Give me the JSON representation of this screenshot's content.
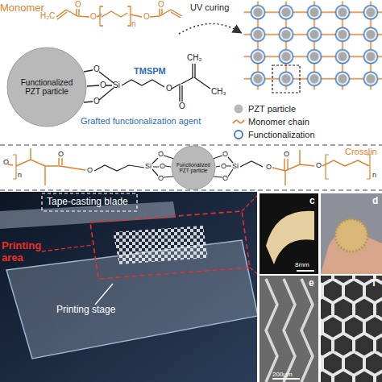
{
  "diagram": {
    "nodes": [
      {
        "text": [
          "Functionalized PZT particle"
        ]
      },
      {
        "text": [
          "Functionalized PZT particle"
        ]
      }
    ],
    "labels": [
      "Monomer",
      "H₂C",
      "O",
      "O",
      "n",
      "O",
      "O",
      "UV curing",
      "O",
      "O",
      "O",
      "Si",
      "TMSPM",
      "O",
      "O",
      "CH₂",
      "CH₃",
      "Grafted functionalization agent",
      "O",
      "n",
      "O",
      "O",
      "Si",
      "O",
      "O",
      "O",
      "Si",
      "O",
      "O",
      "O",
      "O",
      "O",
      "O",
      "n",
      "Crosslin",
      "Tape-casting blade",
      "Printing area",
      "Printing stage",
      "c",
      "d",
      "e",
      "f",
      "8mm",
      "200µm"
    ],
    "legend": [
      {
        "text": "PZT particle",
        "color": "#b9b9b9"
      },
      {
        "text": "Monomer chain"
      },
      {
        "text": "Functionalization"
      }
    ]
  }
}
